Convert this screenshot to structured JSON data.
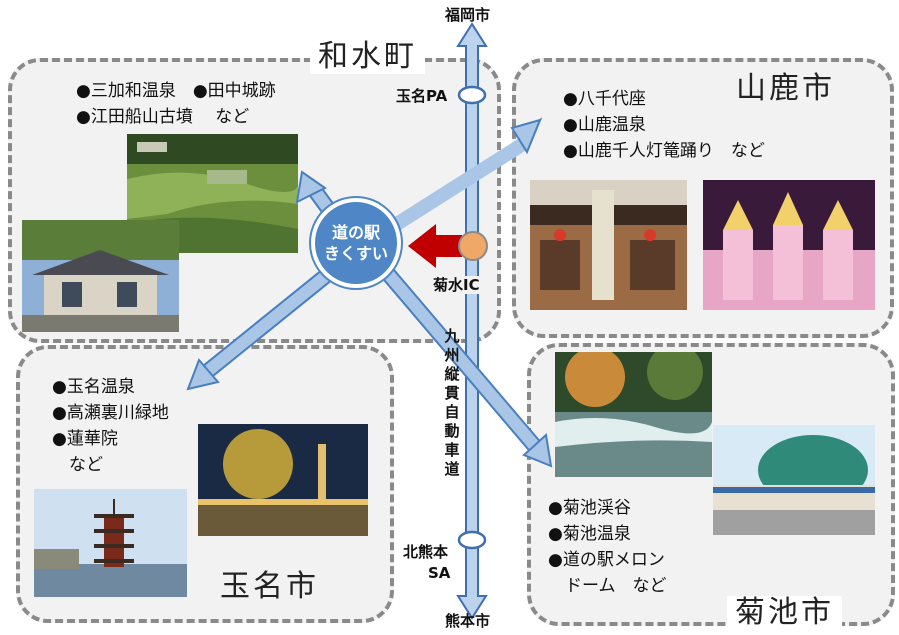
{
  "cities": {
    "north": "福岡市",
    "south": "熊本市"
  },
  "highway": {
    "name": "九州縦貫自動車道",
    "pa": "玉名PA",
    "ic": "菊水IC",
    "sa_line1": "北熊本",
    "sa_line2": "SA"
  },
  "station": {
    "line1": "道の駅",
    "line2": "きくすい"
  },
  "regions": {
    "nagomi": {
      "title": "和水町",
      "items": [
        "●三加和温泉　●田中城跡",
        "●江田船山古墳　 など"
      ]
    },
    "yamaga": {
      "title": "山鹿市",
      "items": [
        "●八千代座",
        "●山鹿温泉",
        "●山鹿千人灯篭踊り　など"
      ]
    },
    "tamana": {
      "title": "玉名市",
      "items": [
        "●玉名温泉",
        "●高瀬裏川緑地",
        "●蓮華院",
        "　など"
      ]
    },
    "kikuchi": {
      "title": "菊池市",
      "items": [
        "●菊池渓谷",
        "●菊池温泉",
        "●道の駅メロン",
        "　ドーム　など"
      ]
    }
  },
  "colors": {
    "arrow_fill": "#a9c6e6",
    "arrow_stroke": "#4a7fbf",
    "station_fill": "#4f86c6",
    "red_arrow": "#c00000",
    "ic_marker": "#f0a868",
    "region_border": "#8a8a8a"
  }
}
